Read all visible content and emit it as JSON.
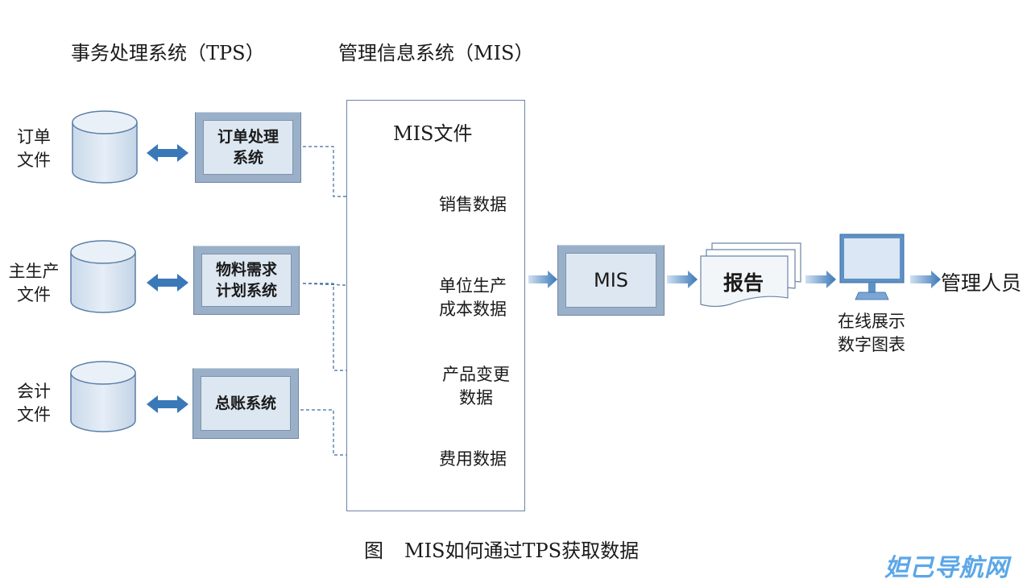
{
  "headers": {
    "tps": "事务处理系统（TPS）",
    "mis": "管理信息系统（MIS）"
  },
  "sources": [
    {
      "label_lines": [
        "订单",
        "文件"
      ],
      "system_lines": [
        "订单处理",
        "系统"
      ]
    },
    {
      "label_lines": [
        "主生产",
        "文件"
      ],
      "system_lines": [
        "物料需求",
        "计划系统"
      ]
    },
    {
      "label_lines": [
        "会计",
        "文件"
      ],
      "system_lines": [
        "总账系统"
      ]
    }
  ],
  "mis_files": {
    "title": "MIS文件",
    "items": [
      {
        "lines": [
          "销售数据"
        ]
      },
      {
        "lines": [
          "单位生产",
          "成本数据"
        ]
      },
      {
        "lines": [
          "产品变更",
          "数据"
        ]
      },
      {
        "lines": [
          "费用数据"
        ]
      }
    ]
  },
  "mis_box": "MIS",
  "report": "报告",
  "display_caption": [
    "在线展示",
    "数字图表"
  ],
  "target": "管理人员",
  "caption": {
    "fig": "图",
    "text": "MIS如何通过TPS获取数据"
  },
  "watermark": "妲己导航网",
  "colors": {
    "db_blue_fill": "#dce7f3",
    "db_yellow_fill": "#fbecc0",
    "arrow_blue": "#3a78b8",
    "box_border": "#6a86a8"
  }
}
